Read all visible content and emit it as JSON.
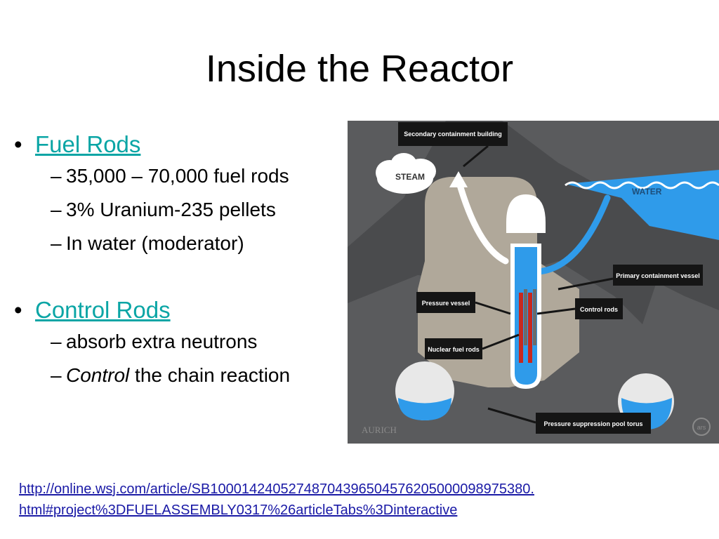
{
  "title": "Inside the Reactor",
  "sections": [
    {
      "heading": "Fuel Rods",
      "items": [
        "35,000 – 70,000 fuel rods",
        "3% Uranium-235 pellets",
        "In water (moderator)"
      ]
    },
    {
      "heading": "Control Rods",
      "items": [
        "absorb extra neutrons"
      ],
      "emphasis_item": {
        "italic": "Control",
        "rest": " the chain reaction"
      }
    }
  ],
  "diagram": {
    "labels": {
      "secondary": "Secondary containment building",
      "steam": "STEAM",
      "water": "WATER",
      "primary": "Primary containment vessel",
      "pressure_vessel": "Pressure vessel",
      "control_rods": "Control rods",
      "fuel_rods": "Nuclear fuel rods",
      "torus": "Pressure suppression pool torus",
      "signature": "AURICH",
      "badge": "ars"
    },
    "colors": {
      "background": "#5a5b5d",
      "building": "#b0a89a",
      "label_box": "#151515",
      "water_blue": "#2f9bea",
      "fuel_red": "#c7281e"
    }
  },
  "link": {
    "line1": "http://online.wsj.com/article/SB10001424052748704396504576205000098975380.",
    "line2": "html#project%3DFUELASSEMBLY0317%26articleTabs%3Dinteractive"
  }
}
